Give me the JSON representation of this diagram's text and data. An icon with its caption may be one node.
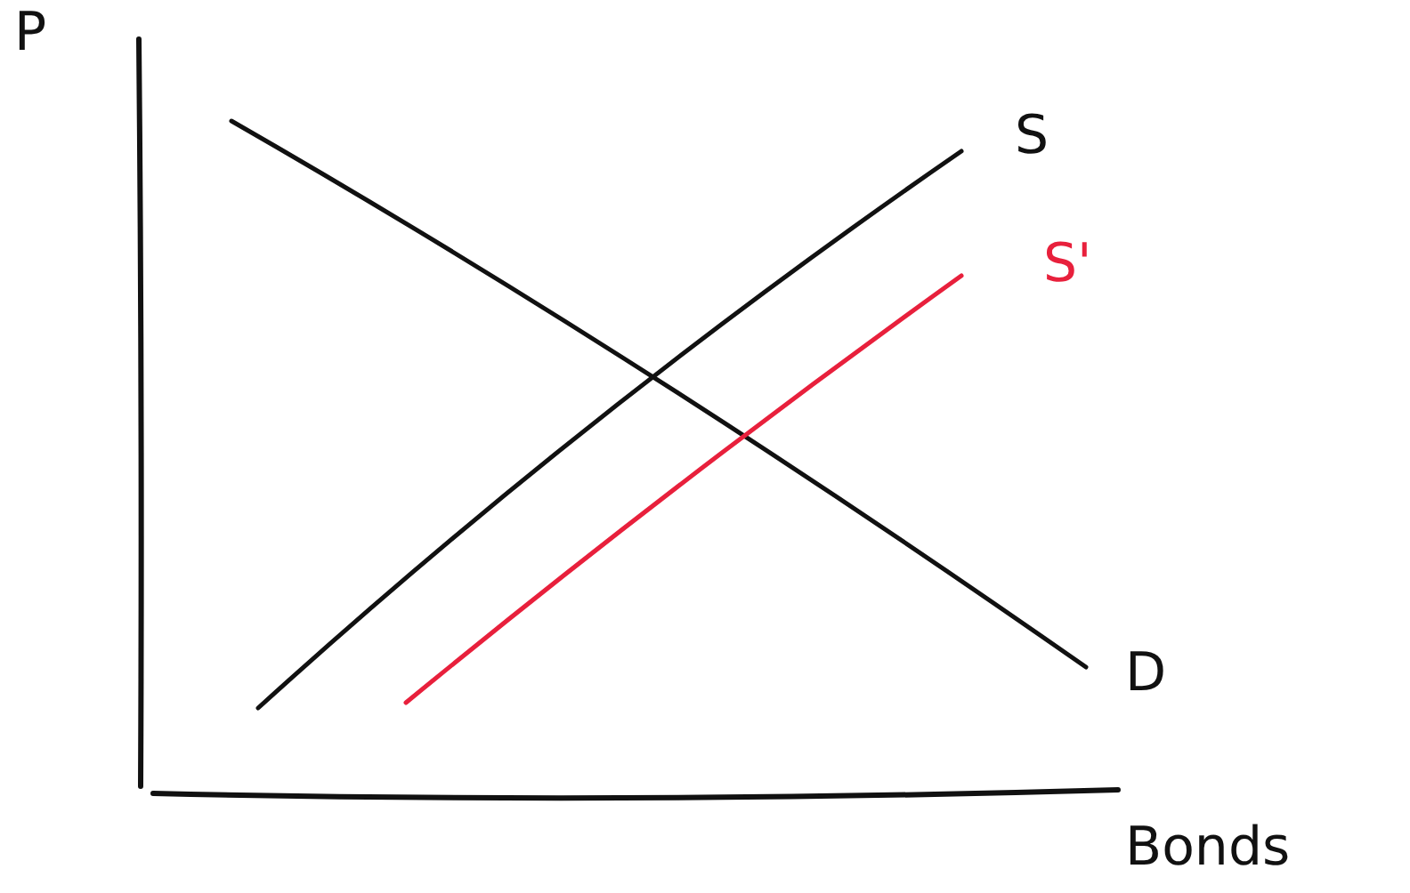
{
  "diagram": {
    "labels": [
      "P",
      "S",
      "S'",
      "D",
      "Bonds"
    ]
  }
}
